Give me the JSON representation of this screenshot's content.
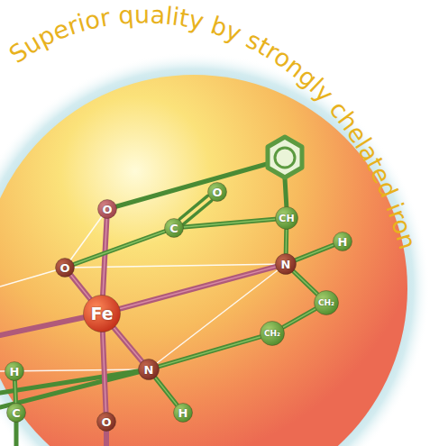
{
  "diagram": {
    "title": "Superior quality by strongly chelated iron",
    "nodes": [
      {
        "text": [
          "O"
        ]
      },
      {
        "text": [
          "C"
        ]
      },
      {
        "text": [
          "O"
        ]
      },
      {
        "text": [
          "CH"
        ]
      },
      {
        "text": [
          "N"
        ]
      },
      {
        "text": [
          "H"
        ]
      },
      {
        "text": [
          "O"
        ]
      },
      {
        "text": [
          "Fe"
        ]
      },
      {
        "text": [
          "CH₂"
        ]
      },
      {
        "text": [
          "CH₂"
        ]
      },
      {
        "text": [
          "N"
        ]
      },
      {
        "text": [
          "H"
        ]
      },
      {
        "text": [
          "H"
        ]
      },
      {
        "text": [
          "C"
        ]
      },
      {
        "text": [
          "O"
        ]
      }
    ],
    "edges": [
      {
        "from": 0,
        "to": 7,
        "arrow": "none"
      },
      {
        "from": 6,
        "to": 7,
        "arrow": "none"
      },
      {
        "from": 7,
        "to": 4,
        "arrow": "none"
      },
      {
        "from": 7,
        "to": 10,
        "arrow": "none"
      },
      {
        "from": 7,
        "to": 14,
        "arrow": "none"
      },
      {
        "from": 6,
        "to": 1,
        "arrow": "none"
      },
      {
        "from": 1,
        "to": 2,
        "arrow": "none"
      },
      {
        "from": 1,
        "to": 3,
        "arrow": "none"
      },
      {
        "from": 3,
        "to": 4,
        "arrow": "none"
      },
      {
        "from": 4,
        "to": 5,
        "arrow": "none"
      },
      {
        "from": 4,
        "to": 8,
        "arrow": "none"
      },
      {
        "from": 8,
        "to": 9,
        "arrow": "none"
      },
      {
        "from": 9,
        "to": 10,
        "arrow": "none"
      },
      {
        "from": 10,
        "to": 11,
        "arrow": "none"
      },
      {
        "from": 12,
        "to": 13,
        "arrow": "none"
      }
    ]
  }
}
